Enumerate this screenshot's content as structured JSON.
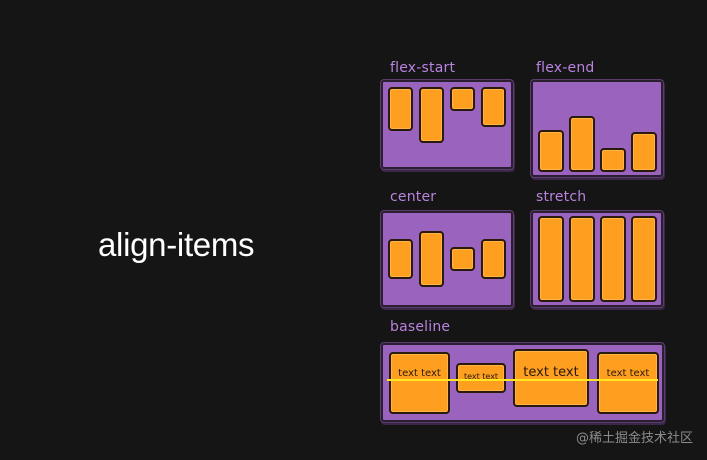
{
  "title": "align-items",
  "panels": {
    "flex_start": {
      "label": "flex-start"
    },
    "flex_end": {
      "label": "flex-end"
    },
    "center": {
      "label": "center"
    },
    "stretch": {
      "label": "stretch"
    },
    "baseline": {
      "label": "baseline",
      "items": [
        "text text",
        "text text",
        "text text",
        "text text"
      ]
    }
  },
  "watermark": "@稀土掘金技术社区",
  "colors": {
    "container": "#9a63be",
    "item": "#ff9f1f",
    "label": "#b983df",
    "baseline": "#ffe620"
  }
}
